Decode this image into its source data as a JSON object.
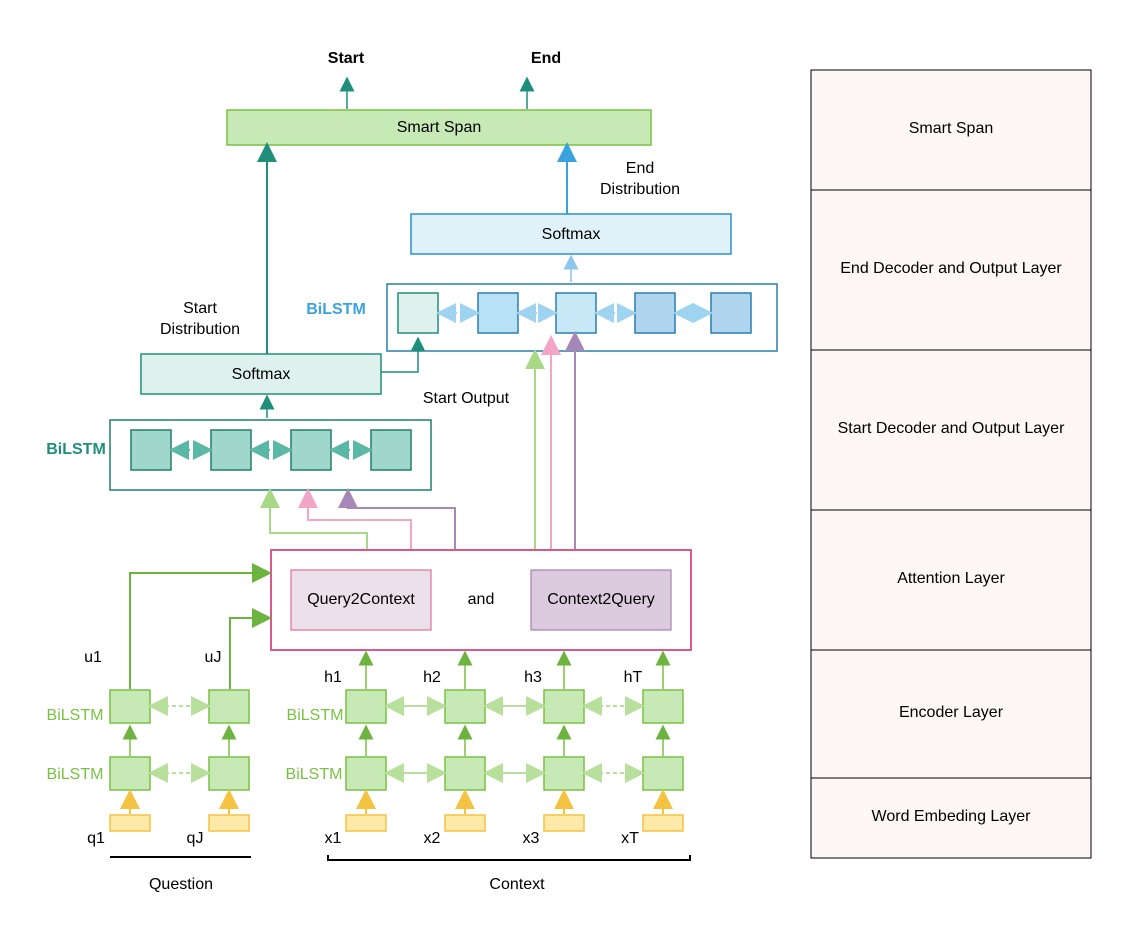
{
  "top": {
    "start": "Start",
    "end": "End"
  },
  "smart_span": {
    "label": "Smart Span"
  },
  "end_distribution": {
    "line1": "End",
    "line2": "Distribution"
  },
  "start_distribution": {
    "line1": "Start",
    "line2": "Distribution"
  },
  "softmax_end": {
    "label": "Softmax"
  },
  "softmax_start": {
    "label": "Softmax"
  },
  "bilstm_end": {
    "label": "BiLSTM"
  },
  "bilstm_start": {
    "label": "BiLSTM"
  },
  "start_output": {
    "label": "Start Output"
  },
  "attention": {
    "q2c": "Query2Context",
    "and": "and",
    "c2q": "Context2Query"
  },
  "question": {
    "u_labels": [
      "u1",
      "uJ"
    ],
    "q_labels": [
      "q1",
      "qJ"
    ],
    "bilstm_labels": [
      "BiLSTM",
      "BiLSTM"
    ],
    "caption": "Question"
  },
  "context": {
    "h_labels": [
      "h1",
      "h2",
      "h3",
      "hT"
    ],
    "x_labels": [
      "x1",
      "x2",
      "x3",
      "xT"
    ],
    "bilstm_labels": [
      "BiLSTM",
      "BiLSTM"
    ],
    "caption": "Context"
  },
  "layers": [
    "Smart Span",
    "End Decoder and Output Layer",
    "Start Decoder and Output Layer",
    "Attention Layer",
    "Encoder Layer",
    "Word Embeding Layer"
  ],
  "colors": {
    "teal": "#1f8f7b",
    "blue": "#3aa3df",
    "green": "#7ac143",
    "pink": "#e05a8e",
    "purple": "#a07ab4",
    "yellow": "#f5c342"
  }
}
